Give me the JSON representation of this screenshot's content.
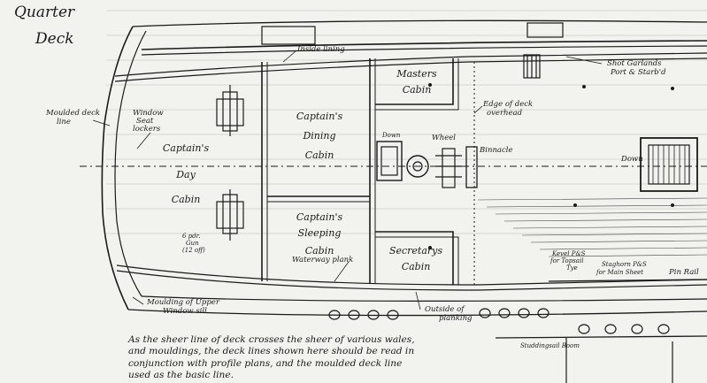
{
  "title": {
    "line1": "Quarter",
    "line2": "Deck"
  },
  "rooms": {
    "captains_day_cabin": {
      "l1": "Captain's",
      "l2": "Day",
      "l3": "Cabin"
    },
    "captains_dining_cabin": {
      "l1": "Captain's",
      "l2": "Dining",
      "l3": "Cabin"
    },
    "masters_cabin": {
      "l1": "Masters",
      "l2": "Cabin"
    },
    "captains_sleeping_cabin": {
      "l1": "Captain's",
      "l2": "Sleeping",
      "l3": "Cabin"
    },
    "secretarys_cabin": {
      "l1": "Secretarys",
      "l2": "Cabin"
    }
  },
  "labels": {
    "moulded_deck_line": {
      "l1": "Moulded deck",
      "l2": "line"
    },
    "window_seat_lockers": {
      "l1": "Window",
      "l2": "Seat",
      "l3": "lockers"
    },
    "inside_lining": "Inside lining",
    "down_hatch_small": "Down",
    "down_hatch_large": "Down",
    "wheel": "Wheel",
    "binnacle": "Binnacle",
    "edge_of_deck": {
      "l1": "Edge of deck",
      "l2": "overhead"
    },
    "shot_garlands": {
      "l1": "Shot Garlands",
      "l2": "Port & Starb'd"
    },
    "gun": {
      "l1": "6 pdr.",
      "l2": "Gun",
      "l3": "(12 off)"
    },
    "waterway_plank": "Waterway plank",
    "moulding_upper_window_sill": {
      "l1": "Moulding of Upper",
      "l2": "Window sill."
    },
    "outside_of_planking": {
      "l1": "Outside of",
      "l2": "planking"
    },
    "kevel_pins": {
      "l1": "Kevel P&S",
      "l2": "for Topsail",
      "l3": "Tye"
    },
    "staghorn": {
      "l1": "Staghorn P&S",
      "l2": "for Main Sheet"
    },
    "pin_rail": "Pin Rail",
    "studdingsail_boom": "Studdingsail Boom"
  },
  "caption": {
    "line1": "As the sheer line of deck crosses the sheer of various wales,",
    "line2": "and mouldings, the deck lines shown here should be read in",
    "line3": "conjunction with profile plans, and the moulded deck line",
    "line4": "used as the basic line."
  },
  "colors": {
    "ink": "#1a1a1a",
    "paper": "#f2f2ee"
  }
}
